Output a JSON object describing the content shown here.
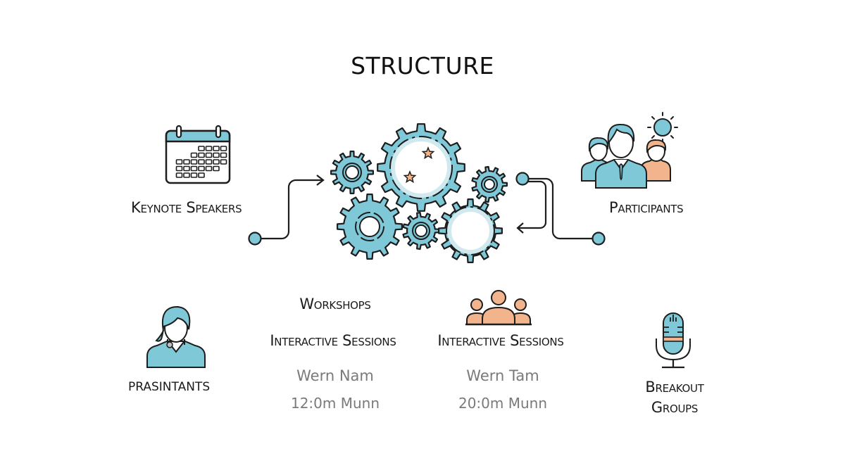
{
  "title": "STRUCTURE",
  "colors": {
    "primary_fill": "#7ec8d8",
    "accent_fill": "#f2b48c",
    "outline": "#1d1d1d",
    "text_dark": "#1a1a1a",
    "text_grey": "#7a7a7a",
    "background": "#ffffff"
  },
  "nodes": {
    "keynote_speakers": {
      "icon": "calendar-icon",
      "label": "Keynote Speakers"
    },
    "participants": {
      "icon": "people-group-icon",
      "label": "Participants"
    },
    "prasintants": {
      "icon": "woman-headset-icon",
      "label": "PRASINTANTS"
    },
    "breakout_groups": {
      "icon": "microphone-icon",
      "label_line1": "Breakout",
      "label_line2": "Groups"
    },
    "center": {
      "icon": "gears-icon"
    }
  },
  "sessions": [
    {
      "heading": "Workshops",
      "subheading": "Interactive Sessions",
      "name": "Wern Nam",
      "time": "12:0m Munn"
    },
    {
      "icon": "audience-icon",
      "heading": "Interactive Sessions",
      "name": "Wern Tam",
      "time": "20:0m Munn"
    }
  ]
}
